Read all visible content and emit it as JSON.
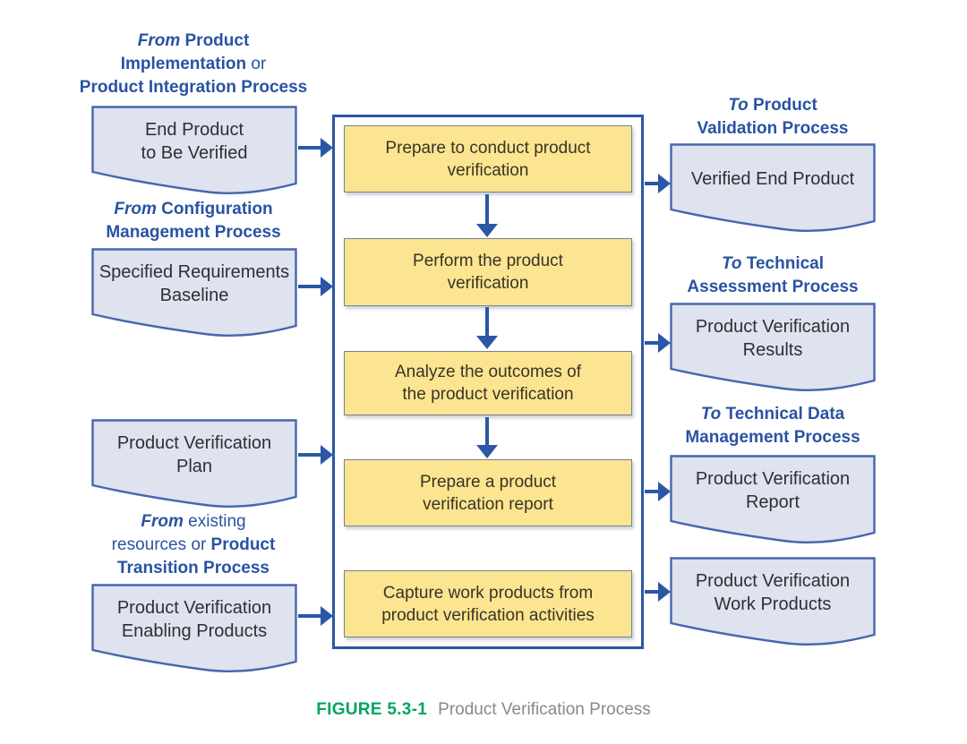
{
  "colors": {
    "accent_blue": "#2B57A6",
    "label_blue": "#2953A3",
    "doc_fill": "#DFE2EF",
    "doc_border": "#4567AD",
    "step_fill": "#FBE590",
    "step_border": "#77808F",
    "caption_green": "#00A65C",
    "caption_gray": "#87898C"
  },
  "inputs": [
    {
      "label_lines": [
        [
          {
            "t": "From ",
            "s": "i"
          },
          {
            "t": "Product",
            "s": "b"
          }
        ],
        [
          {
            "t": "Implementation",
            "s": "b"
          },
          {
            "t": " or",
            "s": "r"
          }
        ],
        [
          {
            "t": "Product Integration Process",
            "s": "b"
          }
        ]
      ],
      "doc_lines": [
        "End Product",
        "to Be Verified"
      ]
    },
    {
      "label_lines": [
        [
          {
            "t": "From ",
            "s": "i"
          },
          {
            "t": "Configuration",
            "s": "b"
          }
        ],
        [
          {
            "t": "Management Process",
            "s": "b"
          }
        ]
      ],
      "doc_lines": [
        "Specified Requirements",
        "Baseline"
      ]
    },
    {
      "doc_lines": [
        "Product Verification",
        "Plan"
      ]
    },
    {
      "label_lines": [
        [
          {
            "t": "From",
            "s": "i"
          },
          {
            "t": " existing",
            "s": "r"
          }
        ],
        [
          {
            "t": "resources or ",
            "s": "r"
          },
          {
            "t": "Product",
            "s": "b"
          }
        ],
        [
          {
            "t": "Transition Process",
            "s": "b"
          }
        ]
      ],
      "doc_lines": [
        "Product Verification",
        "Enabling Products"
      ]
    }
  ],
  "process": {
    "steps": [
      {
        "lines": [
          "Prepare to conduct product",
          "verification"
        ]
      },
      {
        "lines": [
          "Perform the product",
          "verification"
        ]
      },
      {
        "lines": [
          "Analyze the outcomes of",
          "the product verification"
        ]
      },
      {
        "lines": [
          "Prepare a product",
          "verification report"
        ]
      },
      {
        "lines": [
          "Capture work products from",
          "product verification activities"
        ]
      }
    ]
  },
  "outputs": [
    {
      "label_lines": [
        [
          {
            "t": "To ",
            "s": "i"
          },
          {
            "t": "Product",
            "s": "b"
          }
        ],
        [
          {
            "t": "Validation Process",
            "s": "b"
          }
        ]
      ],
      "doc_lines": [
        "Verified End Product"
      ]
    },
    {
      "label_lines": [
        [
          {
            "t": "To ",
            "s": "i"
          },
          {
            "t": "Technical",
            "s": "b"
          }
        ],
        [
          {
            "t": "Assessment Process",
            "s": "b"
          }
        ]
      ],
      "doc_lines": [
        "Product Verification",
        "Results"
      ]
    },
    {
      "label_lines": [
        [
          {
            "t": "To ",
            "s": "i"
          },
          {
            "t": "Technical Data",
            "s": "b"
          }
        ],
        [
          {
            "t": "Management Process",
            "s": "b"
          }
        ]
      ],
      "doc_lines": [
        "Product Verification",
        "Report"
      ]
    },
    {
      "doc_lines": [
        "Product Verification",
        "Work Products"
      ]
    }
  ],
  "caption": {
    "label": "FIGURE 5.3-1",
    "title": "Product Verification Process"
  }
}
